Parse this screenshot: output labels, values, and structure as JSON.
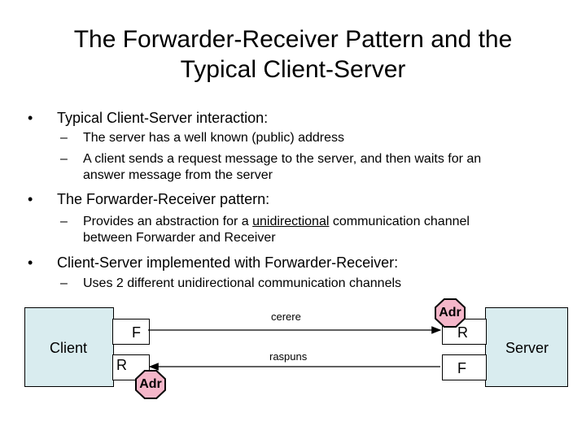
{
  "title": {
    "line1": "The Forwarder-Receiver Pattern and the",
    "line2": "Typical Client-Server"
  },
  "bullets": [
    {
      "text": "Typical Client-Server interaction:",
      "subs": [
        "The server has a well known (public) address",
        "A client sends a request message to the server, and then waits for an",
        "answer message from the server"
      ]
    },
    {
      "text": "The Forwarder-Receiver pattern:",
      "subs": [
        "Provides an abstraction for a",
        "unidirectional",
        "communication channel",
        "between Forwarder and Receiver"
      ]
    },
    {
      "text": "Client-Server implemented with Forwarder-Receiver:",
      "subs": [
        "Uses 2 different unidirectional communication channels"
      ]
    }
  ],
  "marks": {
    "bullet": "•",
    "dash": "–"
  },
  "diagram": {
    "client": "Client",
    "server": "Server",
    "client_f": "F",
    "client_r": "R",
    "server_r": "R",
    "server_f": "F",
    "adr_client": "Adr",
    "adr_server": "Adr",
    "request_label": "cerere",
    "response_label": "raspuns"
  },
  "colors": {
    "big_box": "#d9ecef",
    "adr_fill": "#f4b6c9"
  }
}
